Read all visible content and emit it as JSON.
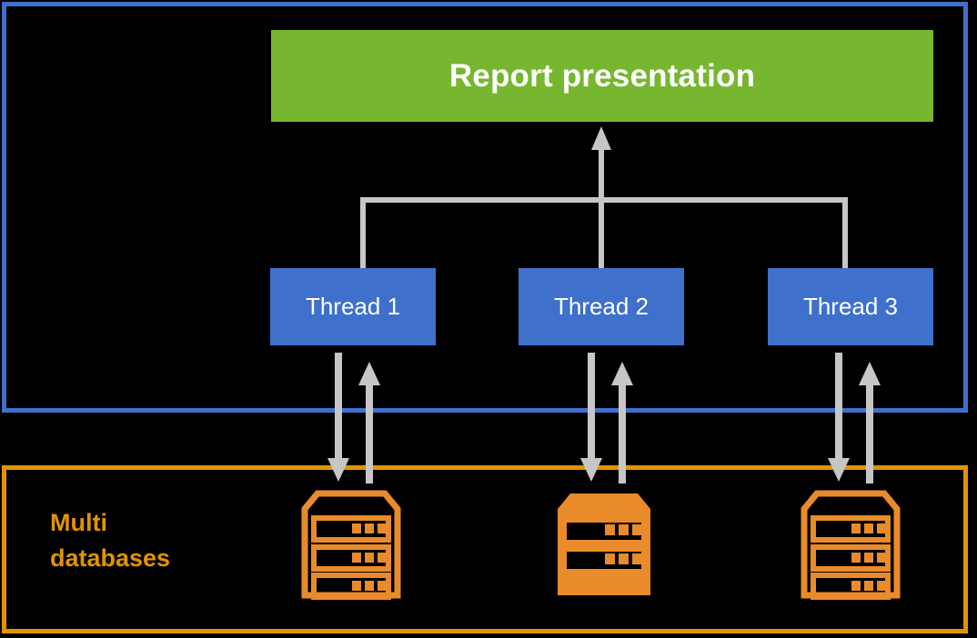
{
  "diagram": {
    "title": "Multithreaded reporting over multiple databases",
    "colors": {
      "background": "#000000",
      "app_tier_border": "#3E70CC",
      "db_tier_border": "#E29400",
      "report_box": "#76B72F",
      "thread_box": "#3E70CC",
      "connector": "#C6C6C6",
      "server_icon": "#E98B2B",
      "label_text": "#FFFFFF",
      "db_label_text": "#E29400"
    }
  },
  "app_tier": {
    "name": "application-tier",
    "report": {
      "label": "Report presentation",
      "icon": "report-box"
    },
    "threads": [
      {
        "label": "Thread 1"
      },
      {
        "label": "Thread 2"
      },
      {
        "label": "Thread 3"
      }
    ]
  },
  "db_tier": {
    "name": "database-tier",
    "label_line_1": "Multi",
    "label_line_2": "databases",
    "servers": [
      {
        "icon": "server-rack-icon",
        "style": "outline",
        "racks": 3,
        "leds": 3
      },
      {
        "icon": "server-rack-icon",
        "style": "filled",
        "racks": 2,
        "leds": 3
      },
      {
        "icon": "server-rack-icon",
        "style": "outline",
        "racks": 3,
        "leds": 3
      }
    ]
  },
  "connectors": {
    "report_arrow": {
      "icon": "arrow-up-icon",
      "direction": "up"
    },
    "io_arrows": [
      {
        "write": {
          "icon": "arrow-down-icon",
          "direction": "down"
        },
        "read": {
          "icon": "arrow-up-icon",
          "direction": "up"
        }
      },
      {
        "write": {
          "icon": "arrow-down-icon",
          "direction": "down"
        },
        "read": {
          "icon": "arrow-up-icon",
          "direction": "up"
        }
      },
      {
        "write": {
          "icon": "arrow-down-icon",
          "direction": "down"
        },
        "read": {
          "icon": "arrow-up-icon",
          "direction": "up"
        }
      }
    ]
  }
}
